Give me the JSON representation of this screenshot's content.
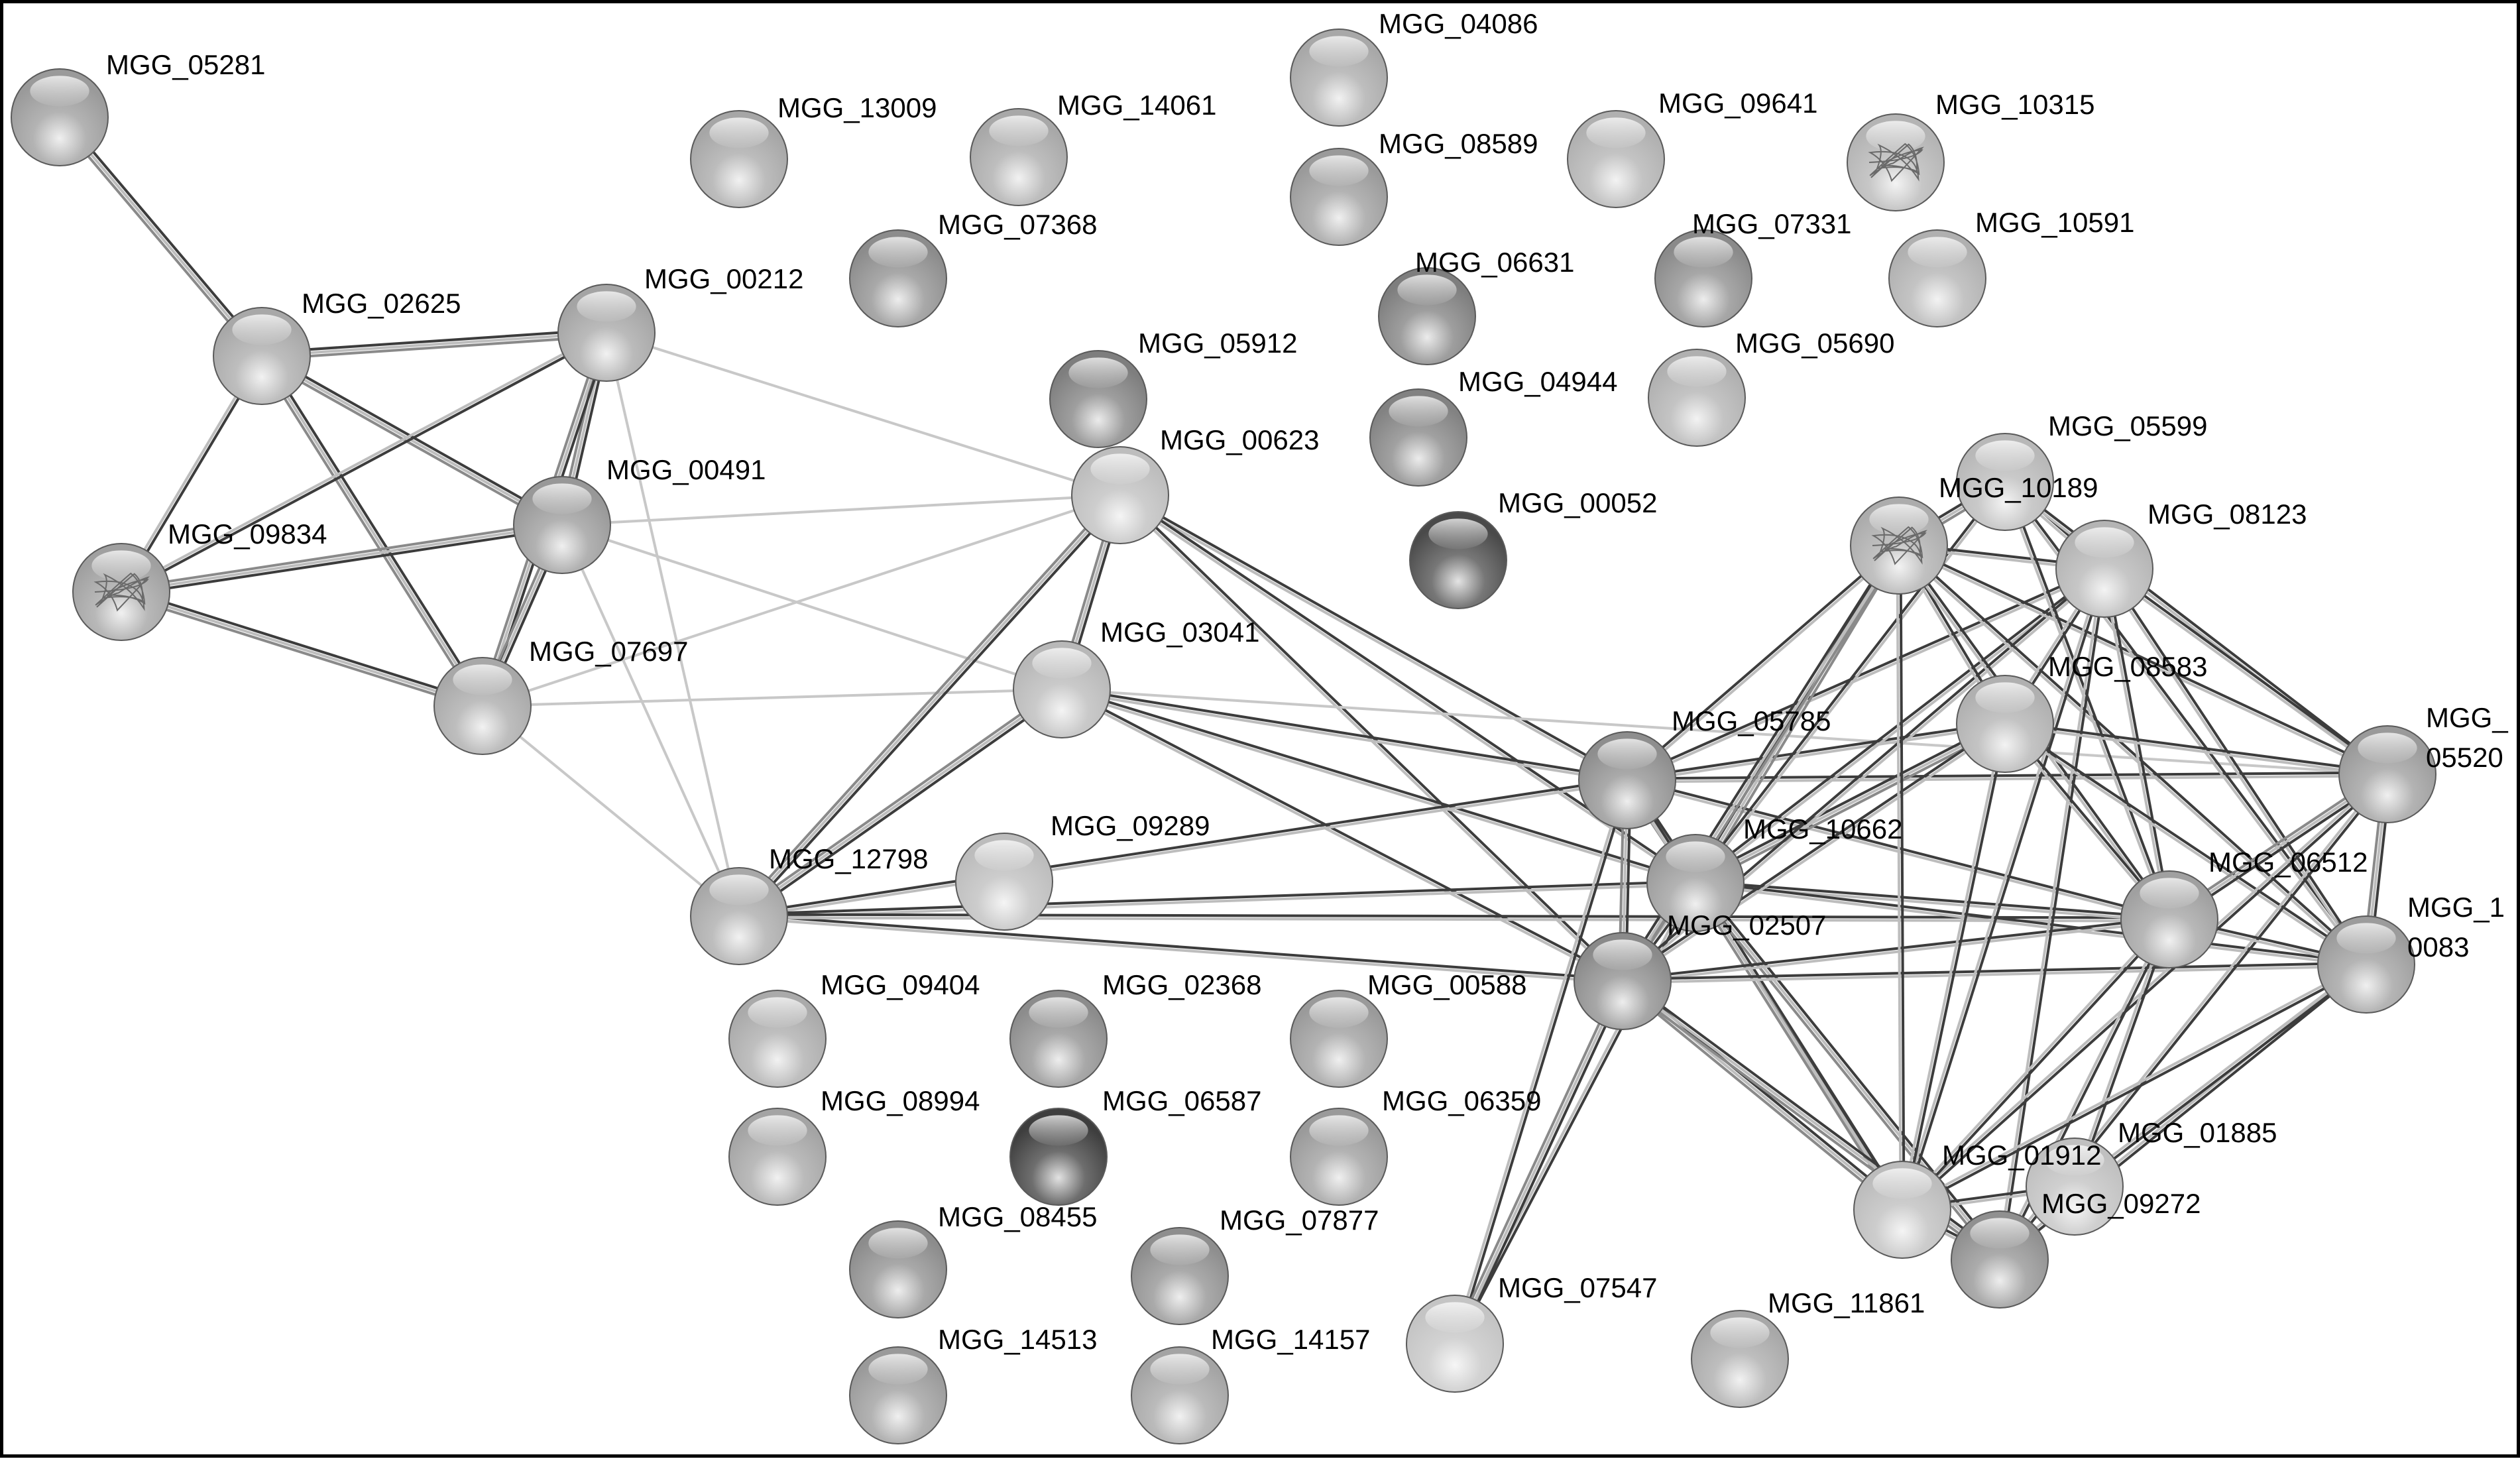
{
  "network": {
    "nodes": [
      {
        "id": "MGG_05281",
        "label": "MGG_05281",
        "tone": "#9a9a9a",
        "structure": false
      },
      {
        "id": "MGG_02625",
        "label": "MGG_02625",
        "tone": "#a8a8a8",
        "structure": false
      },
      {
        "id": "MGG_00212",
        "label": "MGG_00212",
        "tone": "#a4a4a4",
        "structure": false
      },
      {
        "id": "MGG_00491",
        "label": "MGG_00491",
        "tone": "#989898",
        "structure": false
      },
      {
        "id": "MGG_09834",
        "label": "MGG_09834",
        "tone": "#a0a0a0",
        "structure": true
      },
      {
        "id": "MGG_07697",
        "label": "MGG_07697",
        "tone": "#a8a8a8",
        "structure": false
      },
      {
        "id": "MGG_13009",
        "label": "MGG_13009",
        "tone": "#a6a6a6",
        "structure": false
      },
      {
        "id": "MGG_14061",
        "label": "MGG_14061",
        "tone": "#a8a8a8",
        "structure": false
      },
      {
        "id": "MGG_07368",
        "label": "MGG_07368",
        "tone": "#8c8c8c",
        "structure": false
      },
      {
        "id": "MGG_04086",
        "label": "MGG_04086",
        "tone": "#a8a8a8",
        "structure": false
      },
      {
        "id": "MGG_08589",
        "label": "MGG_08589",
        "tone": "#9a9a9a",
        "structure": false
      },
      {
        "id": "MGG_09641",
        "label": "MGG_09641",
        "tone": "#b0b0b0",
        "structure": false
      },
      {
        "id": "MGG_10315",
        "label": "MGG_10315",
        "tone": "#b4b4b4",
        "structure": true
      },
      {
        "id": "MGG_06631",
        "label": "MGG_06631",
        "tone": "#7e7e7e",
        "structure": false
      },
      {
        "id": "MGG_07331",
        "label": "MGG_07331",
        "tone": "#8a8a8a",
        "structure": false
      },
      {
        "id": "MGG_10591",
        "label": "MGG_10591",
        "tone": "#b0b0b0",
        "structure": false
      },
      {
        "id": "MGG_05912",
        "label": "MGG_05912",
        "tone": "#7e7e7e",
        "structure": false
      },
      {
        "id": "MGG_04944",
        "label": "MGG_04944",
        "tone": "#828282",
        "structure": false
      },
      {
        "id": "MGG_05690",
        "label": "MGG_05690",
        "tone": "#b0b0b0",
        "structure": false
      },
      {
        "id": "MGG_00623",
        "label": "MGG_00623",
        "tone": "#bdbdbd",
        "structure": false
      },
      {
        "id": "MGG_00052",
        "label": "MGG_00052",
        "tone": "#4a4a4a",
        "structure": false
      },
      {
        "id": "MGG_05599",
        "label": "MGG_05599",
        "tone": "#b8b8b8",
        "structure": false
      },
      {
        "id": "MGG_10189",
        "label": "MGG_10189",
        "tone": "#acacac",
        "structure": true
      },
      {
        "id": "MGG_08123",
        "label": "MGG_08123",
        "tone": "#b4b4b4",
        "structure": false
      },
      {
        "id": "MGG_03041",
        "label": "MGG_03041",
        "tone": "#b8b8b8",
        "structure": false
      },
      {
        "id": "MGG_08583",
        "label": "MGG_08583",
        "tone": "#b0b0b0",
        "structure": false
      },
      {
        "id": "MGG_05520",
        "label": "MGG_\n05520",
        "tone": "#9a9a9a",
        "structure": false
      },
      {
        "id": "MGG_05785",
        "label": "MGG_05785",
        "tone": "#8e8e8e",
        "structure": false
      },
      {
        "id": "MGG_10662",
        "label": "MGG_10662",
        "tone": "#9a9a9a",
        "structure": false
      },
      {
        "id": "MGG_12798",
        "label": "MGG_12798",
        "tone": "#a8a8a8",
        "structure": false
      },
      {
        "id": "MGG_09289",
        "label": "MGG_09289",
        "tone": "#bcbcbc",
        "structure": false
      },
      {
        "id": "MGG_06512",
        "label": "MGG_06512",
        "tone": "#a0a0a0",
        "structure": false
      },
      {
        "id": "MGG_10083",
        "label": "MGG_1\n0083",
        "tone": "#9c9c9c",
        "structure": false
      },
      {
        "id": "MGG_02507",
        "label": "MGG_02507",
        "tone": "#8a8a8a",
        "structure": false
      },
      {
        "id": "MGG_09404",
        "label": "MGG_09404",
        "tone": "#aaaaaa",
        "structure": false
      },
      {
        "id": "MGG_02368",
        "label": "MGG_02368",
        "tone": "#8c8c8c",
        "structure": false
      },
      {
        "id": "MGG_00588",
        "label": "MGG_00588",
        "tone": "#9a9a9a",
        "structure": false
      },
      {
        "id": "MGG_08994",
        "label": "MGG_08994",
        "tone": "#a4a4a4",
        "structure": false
      },
      {
        "id": "MGG_06587",
        "label": "MGG_06587",
        "tone": "#3e3e3e",
        "structure": false
      },
      {
        "id": "MGG_06359",
        "label": "MGG_06359",
        "tone": "#9a9a9a",
        "structure": false
      },
      {
        "id": "MGG_01885",
        "label": "MGG_01885",
        "tone": "#c0c0c0",
        "structure": false
      },
      {
        "id": "MGG_01912",
        "label": "MGG_01912",
        "tone": "#bcbcbc",
        "structure": false
      },
      {
        "id": "MGG_09272",
        "label": "MGG_09272",
        "tone": "#909090",
        "structure": false
      },
      {
        "id": "MGG_08455",
        "label": "MGG_08455",
        "tone": "#8c8c8c",
        "structure": false
      },
      {
        "id": "MGG_07877",
        "label": "MGG_07877",
        "tone": "#8e8e8e",
        "structure": false
      },
      {
        "id": "MGG_07547",
        "label": "MGG_07547",
        "tone": "#c4c4c4",
        "structure": false
      },
      {
        "id": "MGG_11861",
        "label": "MGG_11861",
        "tone": "#a8a8a8",
        "structure": false
      },
      {
        "id": "MGG_14513",
        "label": "MGG_14513",
        "tone": "#9a9a9a",
        "structure": false
      },
      {
        "id": "MGG_14157",
        "label": "MGG_14157",
        "tone": "#a4a4a4",
        "structure": false
      }
    ],
    "edges": [
      [
        "MGG_05281",
        "MGG_02625",
        3
      ],
      [
        "MGG_02625",
        "MGG_00212",
        3
      ],
      [
        "MGG_02625",
        "MGG_00491",
        3
      ],
      [
        "MGG_02625",
        "MGG_09834",
        2
      ],
      [
        "MGG_02625",
        "MGG_07697",
        3
      ],
      [
        "MGG_00212",
        "MGG_00491",
        3
      ],
      [
        "MGG_00212",
        "MGG_09834",
        2
      ],
      [
        "MGG_00212",
        "MGG_07697",
        3
      ],
      [
        "MGG_00491",
        "MGG_09834",
        3
      ],
      [
        "MGG_00491",
        "MGG_07697",
        3
      ],
      [
        "MGG_09834",
        "MGG_07697",
        3
      ],
      [
        "MGG_00212",
        "MGG_00623",
        1
      ],
      [
        "MGG_00212",
        "MGG_12798",
        1
      ],
      [
        "MGG_00491",
        "MGG_00623",
        1
      ],
      [
        "MGG_00491",
        "MGG_03041",
        1
      ],
      [
        "MGG_00491",
        "MGG_12798",
        1
      ],
      [
        "MGG_07697",
        "MGG_00623",
        1
      ],
      [
        "MGG_07697",
        "MGG_03041",
        1
      ],
      [
        "MGG_07697",
        "MGG_12798",
        1
      ],
      [
        "MGG_00623",
        "MGG_03041",
        3
      ],
      [
        "MGG_00623",
        "MGG_12798",
        3
      ],
      [
        "MGG_00623",
        "MGG_05785",
        2
      ],
      [
        "MGG_00623",
        "MGG_02507",
        2
      ],
      [
        "MGG_00623",
        "MGG_10662",
        2
      ],
      [
        "MGG_03041",
        "MGG_12798",
        3
      ],
      [
        "MGG_03041",
        "MGG_05785",
        2
      ],
      [
        "MGG_03041",
        "MGG_10662",
        2
      ],
      [
        "MGG_03041",
        "MGG_02507",
        2
      ],
      [
        "MGG_03041",
        "MGG_05520",
        1
      ],
      [
        "MGG_12798",
        "MGG_05785",
        2
      ],
      [
        "MGG_12798",
        "MGG_10662",
        2
      ],
      [
        "MGG_12798",
        "MGG_02507",
        2
      ],
      [
        "MGG_12798",
        "MGG_06512",
        2
      ],
      [
        "MGG_05785",
        "MGG_10662",
        3
      ],
      [
        "MGG_05785",
        "MGG_02507",
        3
      ],
      [
        "MGG_05785",
        "MGG_10189",
        2
      ],
      [
        "MGG_05785",
        "MGG_08123",
        2
      ],
      [
        "MGG_05785",
        "MGG_08583",
        2
      ],
      [
        "MGG_05785",
        "MGG_06512",
        2
      ],
      [
        "MGG_05785",
        "MGG_05520",
        2
      ],
      [
        "MGG_05785",
        "MGG_07547",
        2
      ],
      [
        "MGG_05785",
        "MGG_01912",
        2
      ],
      [
        "MGG_10662",
        "MGG_02507",
        3
      ],
      [
        "MGG_10662",
        "MGG_10189",
        3
      ],
      [
        "MGG_10662",
        "MGG_05599",
        2
      ],
      [
        "MGG_10662",
        "MGG_08123",
        2
      ],
      [
        "MGG_10662",
        "MGG_08583",
        3
      ],
      [
        "MGG_10662",
        "MGG_06512",
        2
      ],
      [
        "MGG_10662",
        "MGG_10083",
        2
      ],
      [
        "MGG_10662",
        "MGG_01912",
        3
      ],
      [
        "MGG_10662",
        "MGG_09272",
        3
      ],
      [
        "MGG_10662",
        "MGG_07547",
        2
      ],
      [
        "MGG_02507",
        "MGG_10189",
        3
      ],
      [
        "MGG_02507",
        "MGG_08123",
        2
      ],
      [
        "MGG_02507",
        "MGG_08583",
        2
      ],
      [
        "MGG_02507",
        "MGG_06512",
        2
      ],
      [
        "MGG_02507",
        "MGG_10083",
        2
      ],
      [
        "MGG_02507",
        "MGG_01912",
        3
      ],
      [
        "MGG_02507",
        "MGG_09272",
        3
      ],
      [
        "MGG_02507",
        "MGG_07547",
        3
      ],
      [
        "MGG_10189",
        "MGG_05599",
        3
      ],
      [
        "MGG_10189",
        "MGG_08123",
        2
      ],
      [
        "MGG_10189",
        "MGG_08583",
        2
      ],
      [
        "MGG_10189",
        "MGG_06512",
        2
      ],
      [
        "MGG_10189",
        "MGG_05520",
        2
      ],
      [
        "MGG_10189",
        "MGG_10083",
        2
      ],
      [
        "MGG_10189",
        "MGG_01912",
        2
      ],
      [
        "MGG_05599",
        "MGG_08123",
        2
      ],
      [
        "MGG_05599",
        "MGG_06512",
        2
      ],
      [
        "MGG_05599",
        "MGG_05520",
        2
      ],
      [
        "MGG_05599",
        "MGG_10083",
        2
      ],
      [
        "MGG_08123",
        "MGG_08583",
        2
      ],
      [
        "MGG_08123",
        "MGG_06512",
        2
      ],
      [
        "MGG_08123",
        "MGG_05520",
        2
      ],
      [
        "MGG_08123",
        "MGG_10083",
        2
      ],
      [
        "MGG_08123",
        "MGG_01912",
        2
      ],
      [
        "MGG_08123",
        "MGG_09272",
        2
      ],
      [
        "MGG_08583",
        "MGG_06512",
        2
      ],
      [
        "MGG_08583",
        "MGG_05520",
        2
      ],
      [
        "MGG_08583",
        "MGG_10083",
        2
      ],
      [
        "MGG_08583",
        "MGG_01912",
        2
      ],
      [
        "MGG_05520",
        "MGG_06512",
        3
      ],
      [
        "MGG_05520",
        "MGG_10083",
        3
      ],
      [
        "MGG_05520",
        "MGG_01912",
        2
      ],
      [
        "MGG_05520",
        "MGG_09272",
        2
      ],
      [
        "MGG_06512",
        "MGG_10083",
        2
      ],
      [
        "MGG_06512",
        "MGG_01912",
        2
      ],
      [
        "MGG_06512",
        "MGG_09272",
        2
      ],
      [
        "MGG_06512",
        "MGG_01885",
        2
      ],
      [
        "MGG_10083",
        "MGG_01912",
        2
      ],
      [
        "MGG_10083",
        "MGG_09272",
        2
      ],
      [
        "MGG_10083",
        "MGG_01885",
        2
      ],
      [
        "MGG_01912",
        "MGG_09272",
        2
      ],
      [
        "MGG_01912",
        "MGG_01885",
        2
      ]
    ]
  }
}
